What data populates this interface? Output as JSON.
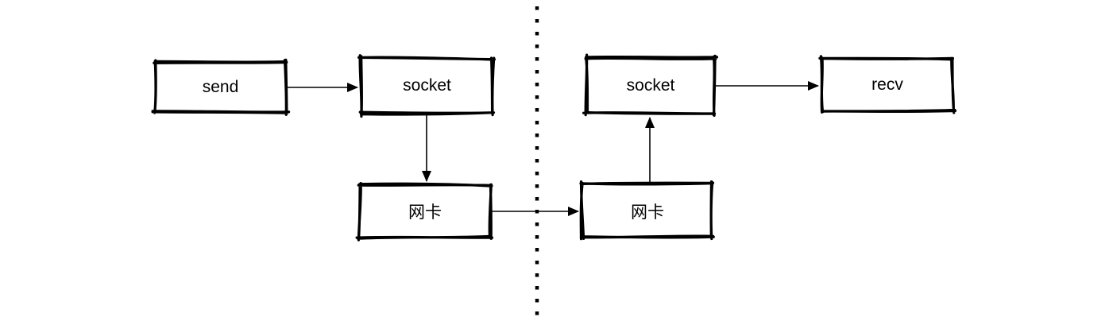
{
  "diagram": {
    "background_color": "#ffffff",
    "stroke_color": "#000000",
    "nodes": [
      {
        "id": "send",
        "label": "send"
      },
      {
        "id": "socket-sender",
        "label": "socket"
      },
      {
        "id": "nic-sender",
        "label": "网卡"
      },
      {
        "id": "nic-receiver",
        "label": "网卡"
      },
      {
        "id": "socket-receiver",
        "label": "socket"
      },
      {
        "id": "recv",
        "label": "recv"
      }
    ],
    "edges": [
      {
        "from": "send",
        "to": "socket-sender",
        "direction": "right"
      },
      {
        "from": "socket-sender",
        "to": "nic-sender",
        "direction": "down"
      },
      {
        "from": "nic-sender",
        "to": "nic-receiver",
        "direction": "right"
      },
      {
        "from": "nic-receiver",
        "to": "socket-receiver",
        "direction": "up"
      },
      {
        "from": "socket-receiver",
        "to": "recv",
        "direction": "right"
      }
    ],
    "divider": {
      "type": "dotted-vertical-line"
    }
  }
}
